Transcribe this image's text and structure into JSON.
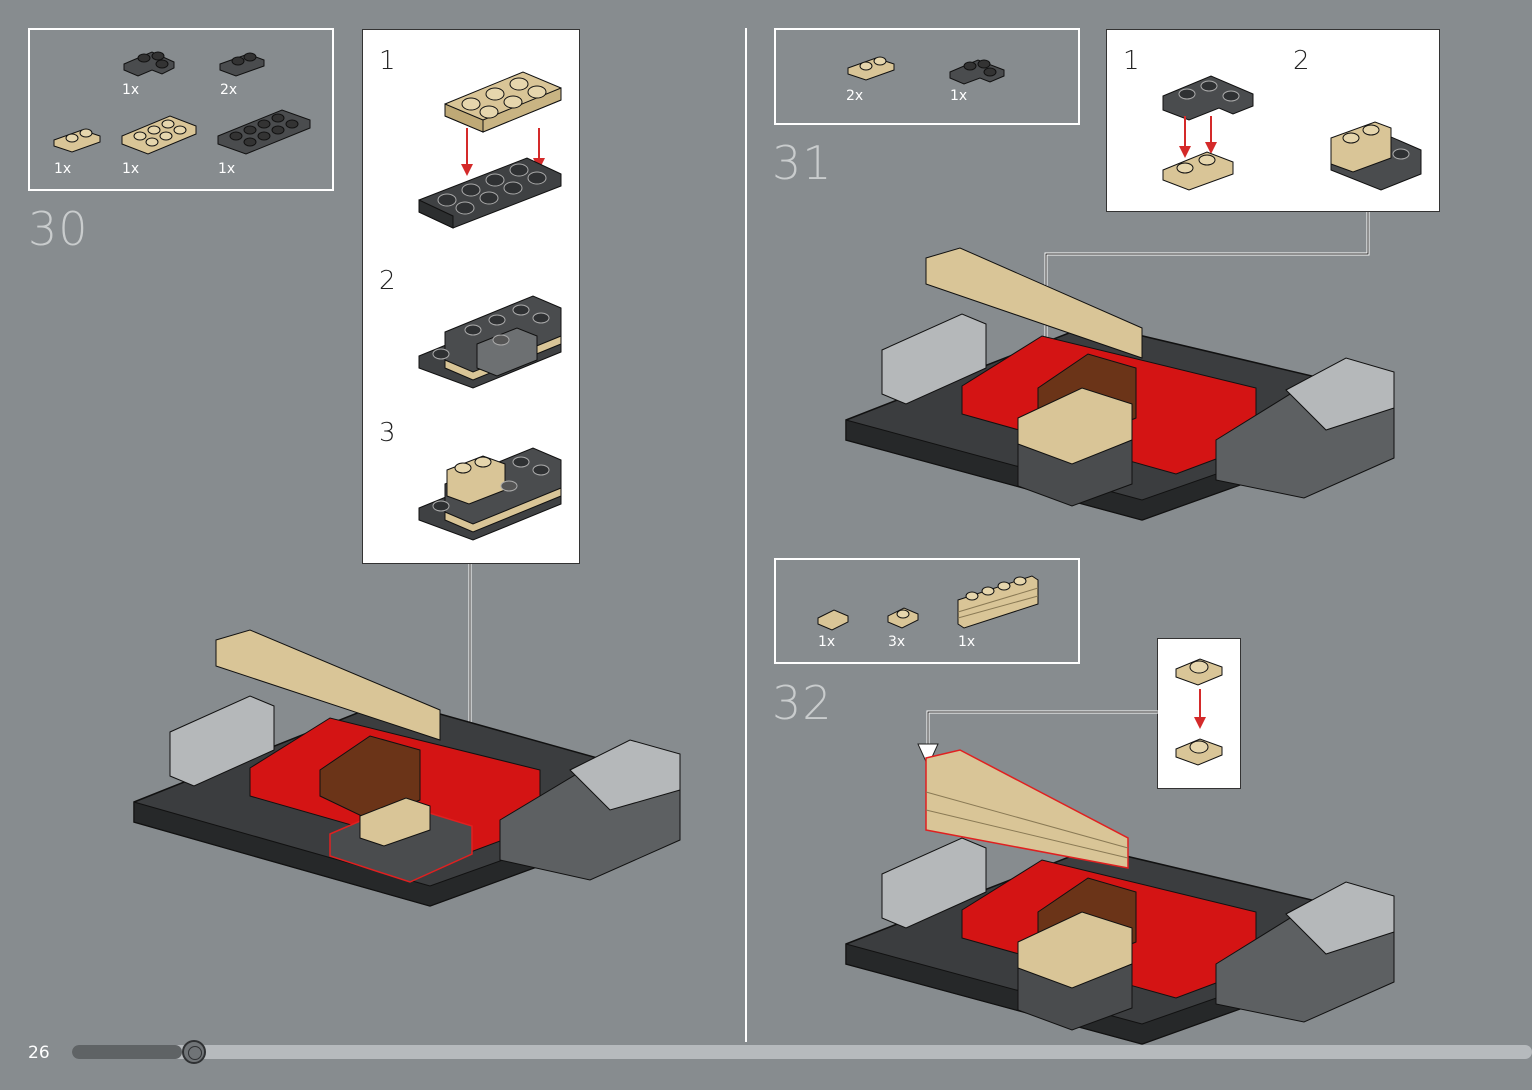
{
  "page_number": "26",
  "progress": {
    "fraction": 0.075
  },
  "colors": {
    "tan": "#d9c597",
    "dark_gray": "#4a4c4e",
    "light_gray": "#b5b8ba",
    "red": "#d41414",
    "brown": "#6b3418",
    "background": "#878c8f"
  },
  "steps": [
    {
      "number": "30",
      "parts": [
        {
          "icon": "dark-gray-corner-plate-icon",
          "qty": "1x"
        },
        {
          "icon": "dark-gray-plate-1x2-icon",
          "qty": "2x"
        },
        {
          "icon": "tan-plate-1x2-icon",
          "qty": "1x"
        },
        {
          "icon": "tan-plate-2x3-icon",
          "qty": "1x"
        },
        {
          "icon": "dark-gray-plate-2x4-icon",
          "qty": "1x"
        }
      ],
      "substeps": [
        "1",
        "2",
        "3"
      ]
    },
    {
      "number": "31",
      "parts": [
        {
          "icon": "tan-plate-1x2-icon",
          "qty": "2x"
        },
        {
          "icon": "dark-gray-corner-plate-icon",
          "qty": "1x"
        }
      ],
      "substeps": [
        "1",
        "2"
      ]
    },
    {
      "number": "32",
      "parts": [
        {
          "icon": "tan-tile-icon",
          "qty": "1x"
        },
        {
          "icon": "tan-round-plate-icon",
          "qty": "3x"
        },
        {
          "icon": "tan-brick-wall-icon",
          "qty": "1x"
        }
      ]
    }
  ]
}
